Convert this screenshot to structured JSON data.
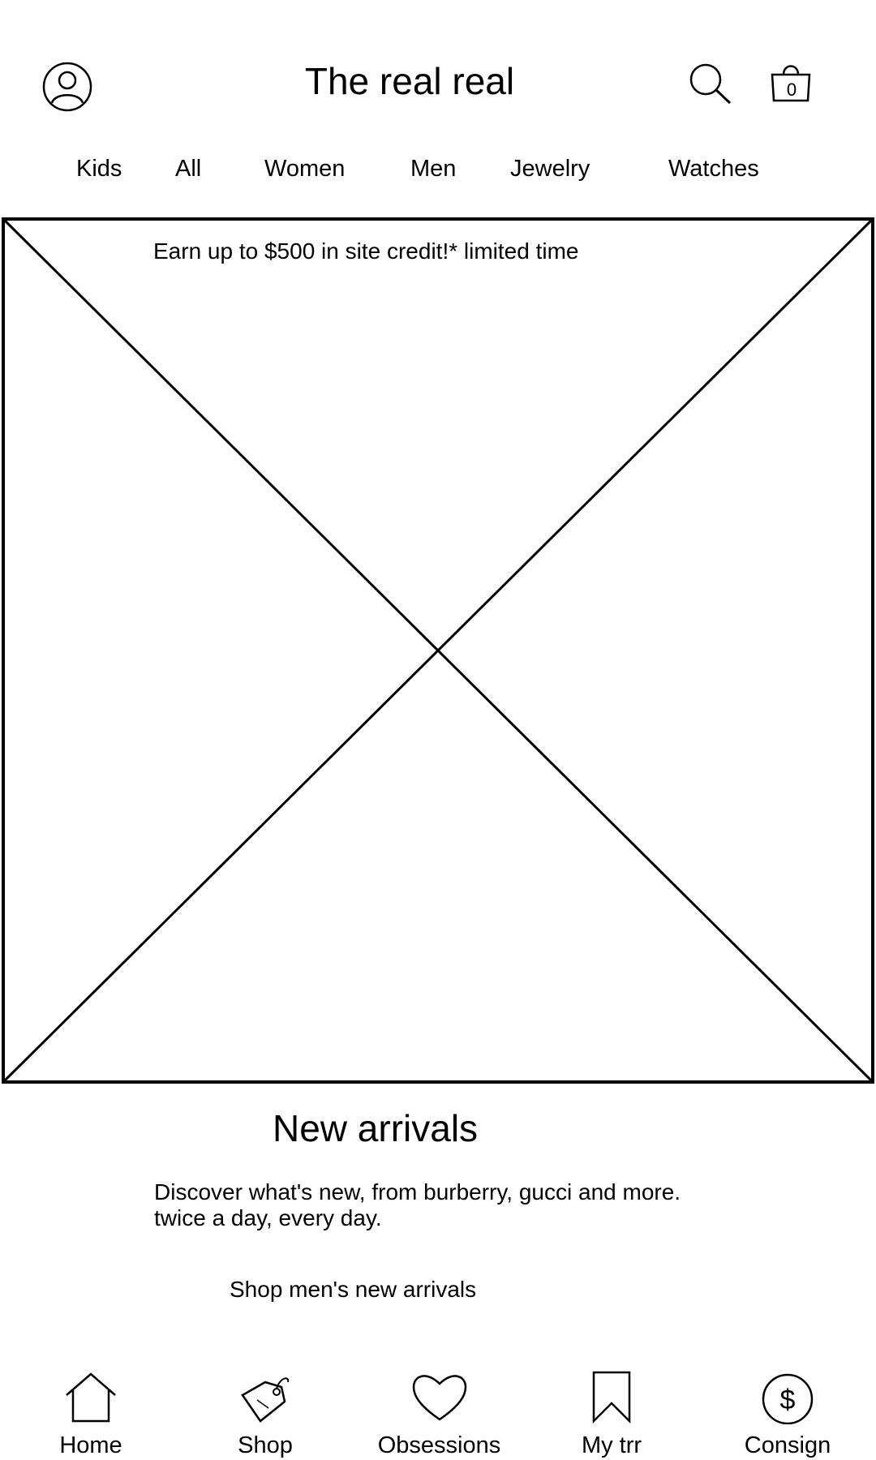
{
  "header": {
    "title": "The real real",
    "profile_icon": "user-circle-icon",
    "search_icon": "search-icon",
    "bag_icon": "shopping-bag-icon",
    "bag_count": "0"
  },
  "categories": [
    "Kids",
    "All",
    "Women",
    "Men",
    "Jewelry",
    "Watches"
  ],
  "hero": {
    "text": "Earn up to $500 in site credit!* limited time"
  },
  "new_arrivals": {
    "title": "New arrivals",
    "description": "Discover what's new, from burberry, gucci and more. twice a day, every day.",
    "link": "Shop men's new arrivals"
  },
  "tabs": [
    {
      "label": "Home",
      "icon": "home-icon"
    },
    {
      "label": "Shop",
      "icon": "price-tag-icon"
    },
    {
      "label": "Obsessions",
      "icon": "heart-icon"
    },
    {
      "label": "My trr",
      "icon": "bookmark-icon"
    },
    {
      "label": "Consign",
      "icon": "dollar-circle-icon"
    }
  ]
}
